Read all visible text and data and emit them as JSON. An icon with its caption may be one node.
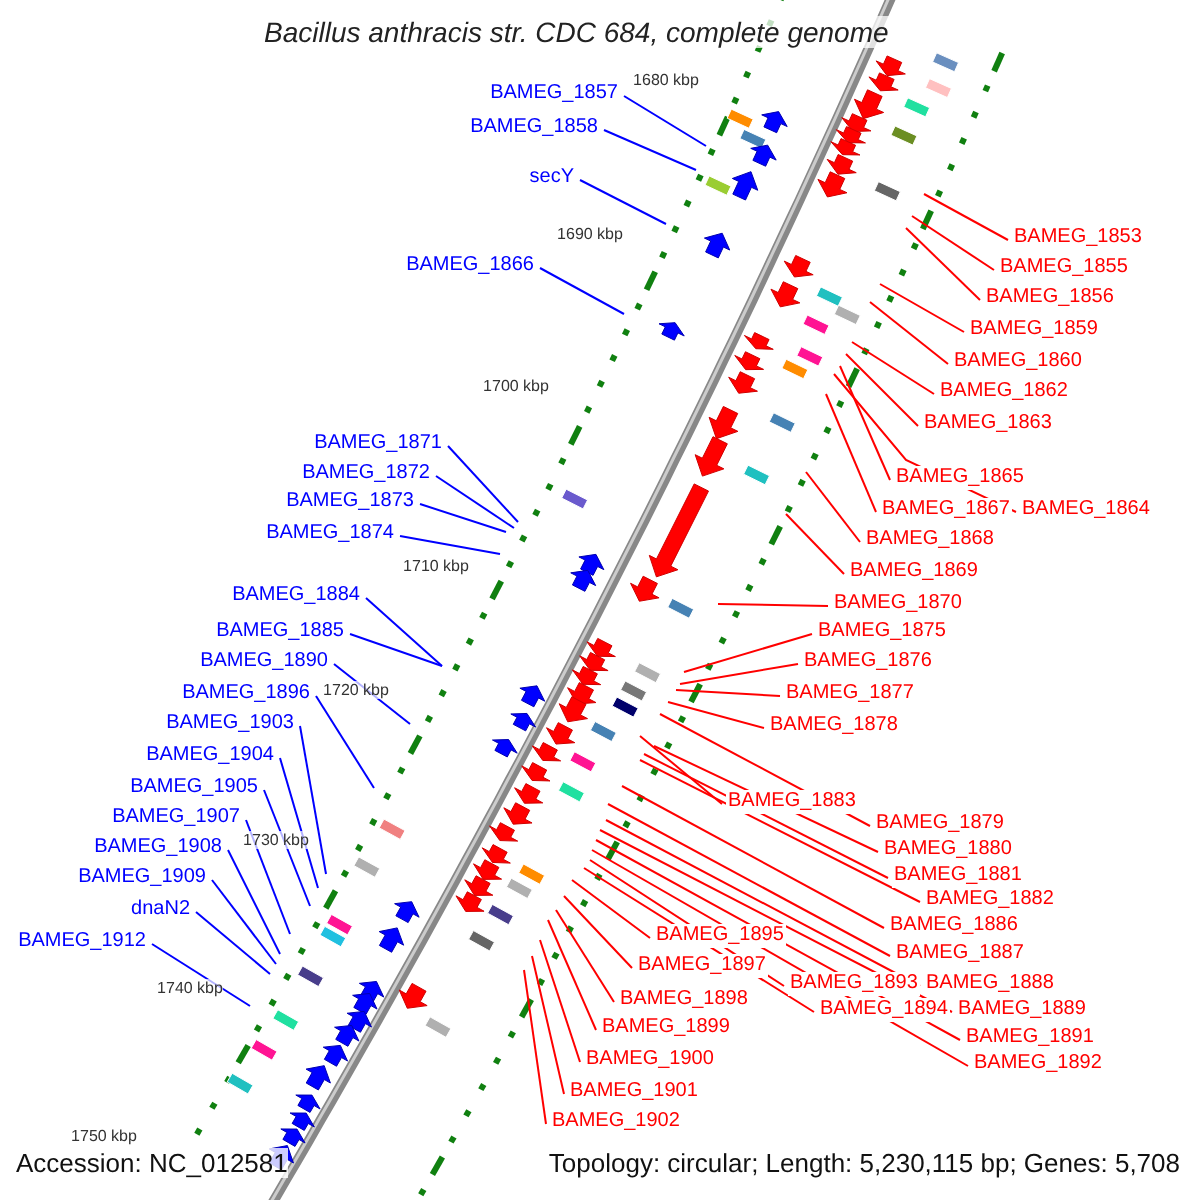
{
  "diagram": {
    "title": "Bacillus anthracis str. CDC 684, complete genome",
    "nodes": [
      {
        "text": [
          "BAMEG_1857"
        ]
      },
      {
        "text": [
          "BAMEG_1858"
        ]
      },
      {
        "text": [
          "secY"
        ]
      },
      {
        "text": [
          "BAMEG_1866"
        ]
      },
      {
        "text": [
          "BAMEG_1871"
        ]
      },
      {
        "text": [
          "BAMEG_1872"
        ]
      },
      {
        "text": [
          "BAMEG_1873"
        ]
      },
      {
        "text": [
          "BAMEG_1874"
        ]
      },
      {
        "text": [
          "BAMEG_1884"
        ]
      },
      {
        "text": [
          "BAMEG_1885"
        ]
      },
      {
        "text": [
          "BAMEG_1890"
        ]
      },
      {
        "text": [
          "BAMEG_1896"
        ]
      },
      {
        "text": [
          "BAMEG_1903"
        ]
      },
      {
        "text": [
          "BAMEG_1904"
        ]
      },
      {
        "text": [
          "BAMEG_1905"
        ]
      },
      {
        "text": [
          "BAMEG_1907"
        ]
      },
      {
        "text": [
          "BAMEG_1908"
        ]
      },
      {
        "text": [
          "BAMEG_1909"
        ]
      },
      {
        "text": [
          "dnaN2"
        ]
      },
      {
        "text": [
          "BAMEG_1912"
        ]
      },
      {
        "text": [
          "BAMEG_1853"
        ]
      },
      {
        "text": [
          "BAMEG_1855"
        ]
      },
      {
        "text": [
          "BAMEG_1856"
        ]
      },
      {
        "text": [
          "BAMEG_1859"
        ]
      },
      {
        "text": [
          "BAMEG_1860"
        ]
      },
      {
        "text": [
          "BAMEG_1862"
        ]
      },
      {
        "text": [
          "BAMEG_1863"
        ]
      },
      {
        "text": [
          "BAMEG_1865"
        ]
      },
      {
        "text": [
          "BAMEG_1867"
        ]
      },
      {
        "text": [
          "BAMEG_1864"
        ]
      },
      {
        "text": [
          "BAMEG_1868"
        ]
      },
      {
        "text": [
          "BAMEG_1869"
        ]
      },
      {
        "text": [
          "BAMEG_1870"
        ]
      },
      {
        "text": [
          "BAMEG_1875"
        ]
      },
      {
        "text": [
          "BAMEG_1876"
        ]
      },
      {
        "text": [
          "BAMEG_1877"
        ]
      },
      {
        "text": [
          "BAMEG_1878"
        ]
      },
      {
        "text": [
          "BAMEG_1883"
        ]
      },
      {
        "text": [
          "BAMEG_1879"
        ]
      },
      {
        "text": [
          "BAMEG_1880"
        ]
      },
      {
        "text": [
          "BAMEG_1881"
        ]
      },
      {
        "text": [
          "BAMEG_1882"
        ]
      },
      {
        "text": [
          "BAMEG_1886"
        ]
      },
      {
        "text": [
          "BAMEG_1887"
        ]
      },
      {
        "text": [
          "BAMEG_1888"
        ]
      },
      {
        "text": [
          "BAMEG_1889"
        ]
      },
      {
        "text": [
          "BAMEG_1891"
        ]
      },
      {
        "text": [
          "BAMEG_1892"
        ]
      },
      {
        "text": [
          "BAMEG_1893"
        ]
      },
      {
        "text": [
          "BAMEG_1894"
        ]
      },
      {
        "text": [
          "BAMEG_1895"
        ]
      },
      {
        "text": [
          "BAMEG_1897"
        ]
      },
      {
        "text": [
          "BAMEG_1898"
        ]
      },
      {
        "text": [
          "BAMEG_1899"
        ]
      },
      {
        "text": [
          "BAMEG_1900"
        ]
      },
      {
        "text": [
          "BAMEG_1901"
        ]
      },
      {
        "text": [
          "BAMEG_1902"
        ]
      }
    ],
    "edges": [
      {
        "from": 0,
        "to": null,
        "arrow": "none",
        "color": "#0000ff"
      },
      {
        "from": 1,
        "to": null,
        "arrow": "none",
        "color": "#0000ff"
      },
      {
        "from": 2,
        "to": null,
        "arrow": "none",
        "color": "#0000ff"
      },
      {
        "from": 3,
        "to": null,
        "arrow": "none",
        "color": "#0000ff"
      },
      {
        "from": 4,
        "to": null,
        "arrow": "none",
        "color": "#0000ff"
      },
      {
        "from": 5,
        "to": null,
        "arrow": "none",
        "color": "#0000ff"
      },
      {
        "from": 6,
        "to": null,
        "arrow": "none",
        "color": "#0000ff"
      },
      {
        "from": 7,
        "to": null,
        "arrow": "none",
        "color": "#0000ff"
      },
      {
        "from": 8,
        "to": null,
        "arrow": "none",
        "color": "#0000ff"
      },
      {
        "from": 9,
        "to": null,
        "arrow": "none",
        "color": "#0000ff"
      },
      {
        "from": 10,
        "to": null,
        "arrow": "none",
        "color": "#0000ff"
      },
      {
        "from": 11,
        "to": null,
        "arrow": "none",
        "color": "#0000ff"
      },
      {
        "from": 12,
        "to": null,
        "arrow": "none",
        "color": "#0000ff"
      },
      {
        "from": 13,
        "to": null,
        "arrow": "none",
        "color": "#0000ff"
      },
      {
        "from": 14,
        "to": null,
        "arrow": "none",
        "color": "#0000ff"
      },
      {
        "from": 15,
        "to": null,
        "arrow": "none",
        "color": "#0000ff"
      },
      {
        "from": 16,
        "to": null,
        "arrow": "none",
        "color": "#0000ff"
      },
      {
        "from": 17,
        "to": null,
        "arrow": "none",
        "color": "#0000ff"
      },
      {
        "from": 18,
        "to": null,
        "arrow": "none",
        "color": "#0000ff"
      },
      {
        "from": 19,
        "to": null,
        "arrow": "none",
        "color": "#0000ff"
      },
      {
        "from": 20,
        "to": null,
        "arrow": "none"
      },
      {
        "from": 21,
        "to": null,
        "arrow": "none"
      },
      {
        "from": 22,
        "to": null,
        "arrow": "none"
      },
      {
        "from": 23,
        "to": null,
        "arrow": "none"
      },
      {
        "from": 24,
        "to": null,
        "arrow": "none"
      },
      {
        "from": 25,
        "to": null,
        "arrow": "none"
      },
      {
        "from": 26,
        "to": null,
        "arrow": "none"
      },
      {
        "from": 27,
        "to": null,
        "arrow": "none"
      },
      {
        "from": 28,
        "to": null,
        "arrow": "none"
      },
      {
        "from": 29,
        "to": null,
        "arrow": "none"
      },
      {
        "from": 30,
        "to": null,
        "arrow": "none"
      },
      {
        "from": 31,
        "to": null,
        "arrow": "none"
      },
      {
        "from": 32,
        "to": null,
        "arrow": "none"
      },
      {
        "from": 33,
        "to": null,
        "arrow": "none"
      },
      {
        "from": 34,
        "to": null,
        "arrow": "none"
      },
      {
        "from": 35,
        "to": null,
        "arrow": "none"
      },
      {
        "from": 36,
        "to": null,
        "arrow": "none"
      },
      {
        "from": 37,
        "to": null,
        "arrow": "none"
      },
      {
        "from": 38,
        "to": null,
        "arrow": "none"
      },
      {
        "from": 39,
        "to": null,
        "arrow": "none"
      },
      {
        "from": 40,
        "to": null,
        "arrow": "none"
      },
      {
        "from": 41,
        "to": null,
        "arrow": "none"
      },
      {
        "from": 42,
        "to": null,
        "arrow": "none"
      },
      {
        "from": 43,
        "to": null,
        "arrow": "none"
      },
      {
        "from": 44,
        "to": null,
        "arrow": "none"
      },
      {
        "from": 45,
        "to": null,
        "arrow": "none"
      },
      {
        "from": 46,
        "to": null,
        "arrow": "none"
      },
      {
        "from": 47,
        "to": null,
        "arrow": "none"
      },
      {
        "from": 48,
        "to": null,
        "arrow": "none"
      },
      {
        "from": 49,
        "to": null,
        "arrow": "none"
      },
      {
        "from": 50,
        "to": null,
        "arrow": "none"
      },
      {
        "from": 51,
        "to": null,
        "arrow": "none"
      },
      {
        "from": 52,
        "to": null,
        "arrow": "none"
      },
      {
        "from": 53,
        "to": null,
        "arrow": "none"
      },
      {
        "from": 54,
        "to": null,
        "arrow": "none"
      },
      {
        "from": 55,
        "to": null,
        "arrow": "none"
      },
      {
        "from": 56,
        "to": null,
        "arrow": "none"
      }
    ],
    "labels": [
      "1680 kbp",
      "1690 kbp",
      "1700 kbp",
      "1710 kbp",
      "1720 kbp",
      "1730 kbp",
      "1740 kbp",
      "1750 kbp",
      "Accession: NC_012581",
      "Topology: circular; Length: 5,230,115 bp; Genes: 5,708"
    ]
  }
}
